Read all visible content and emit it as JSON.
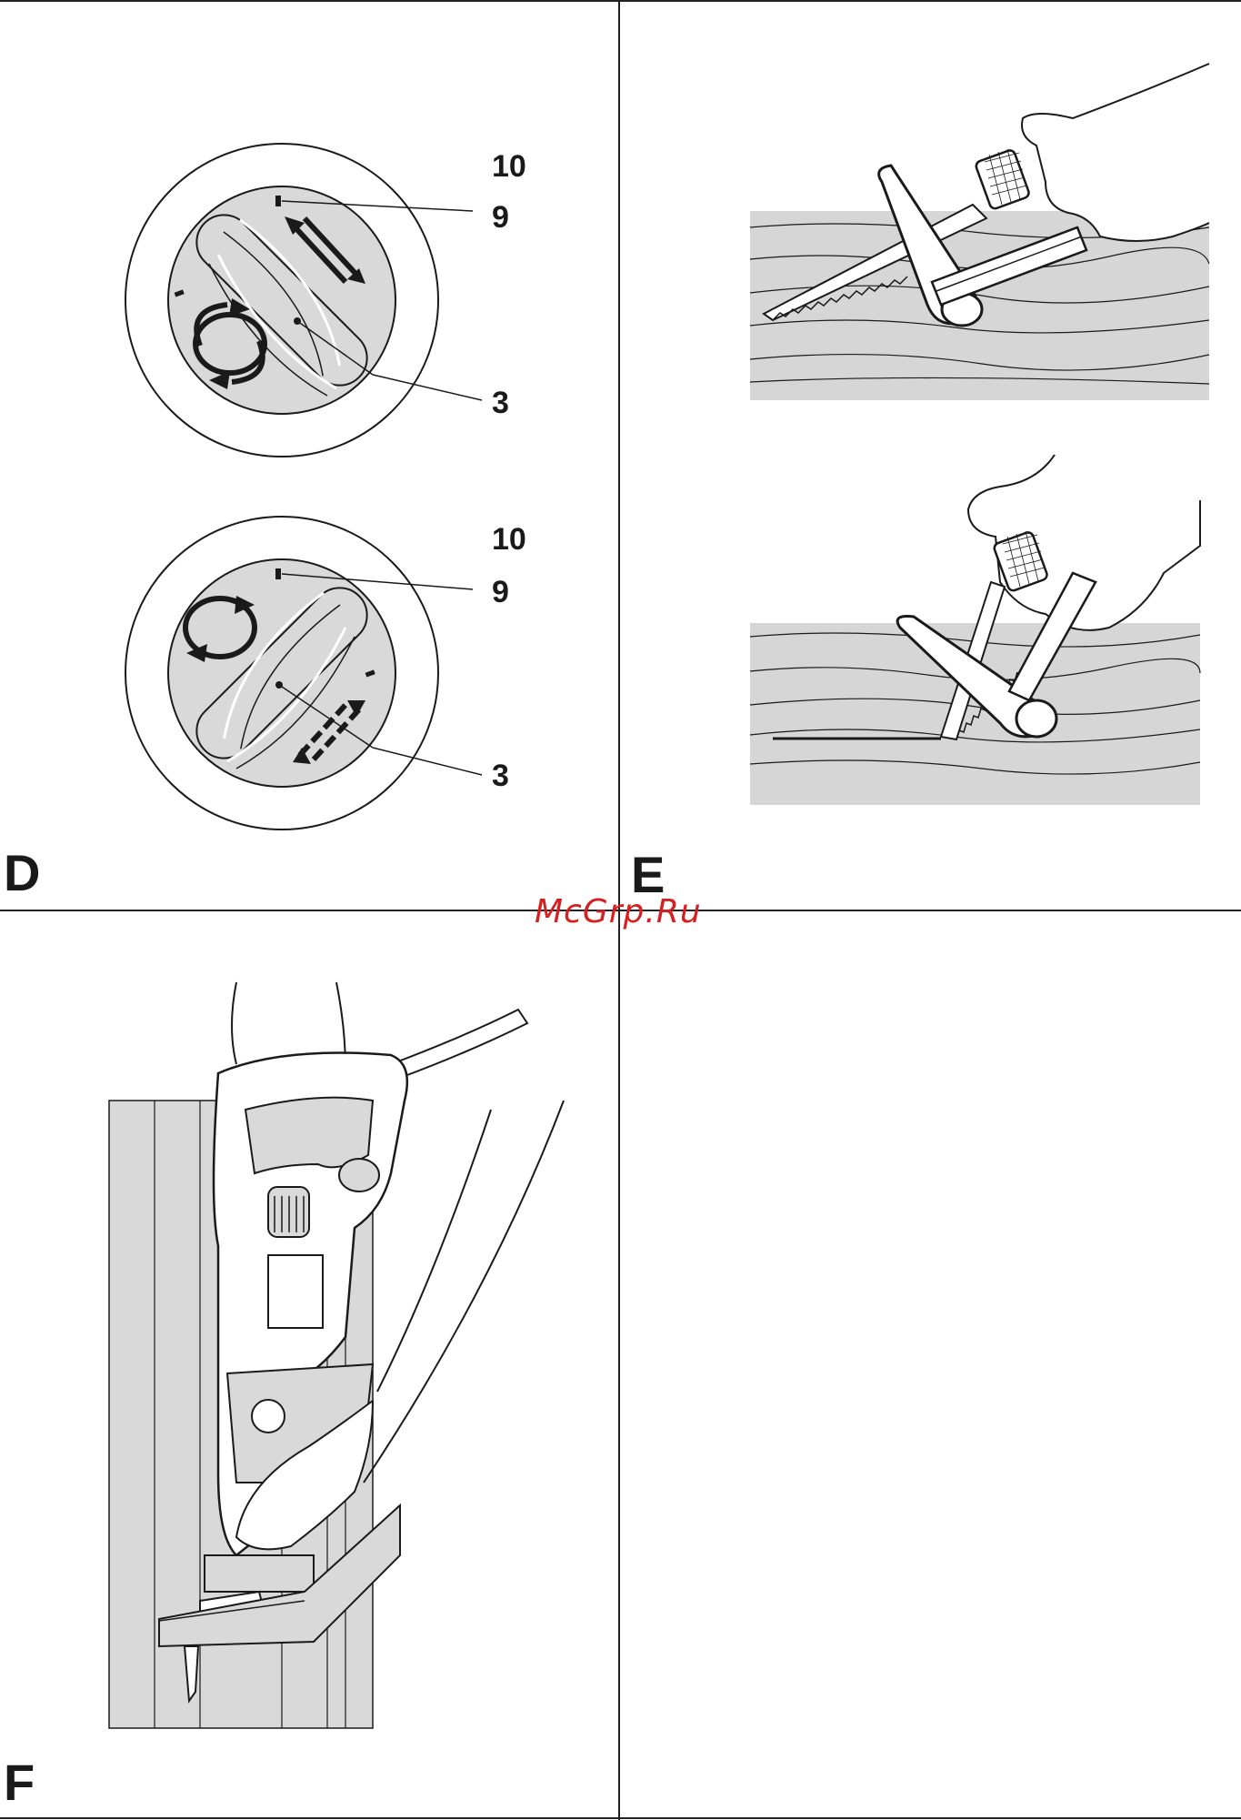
{
  "panels": {
    "d": {
      "letter": "D"
    },
    "e": {
      "letter": "E"
    },
    "f": {
      "letter": "F"
    }
  },
  "dial_top": {
    "callouts": {
      "c10": "10",
      "c9": "9",
      "c3": "3"
    }
  },
  "dial_bottom": {
    "callouts": {
      "c10": "10",
      "c9": "9",
      "c3": "3"
    }
  },
  "watermark": {
    "text": "McGrp.Ru"
  },
  "colors": {
    "line": "#1a1a1a",
    "fill_gray": "#d9d9d9",
    "wood_gray": "#d6d6d6",
    "watermark": "#d42020"
  }
}
